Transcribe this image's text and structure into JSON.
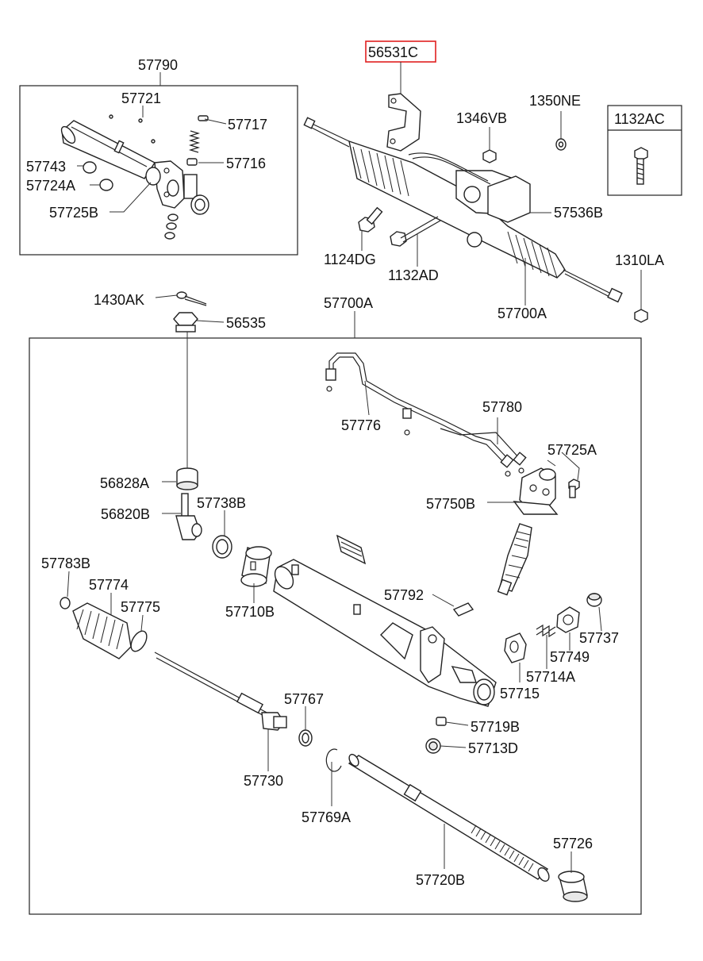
{
  "labels": {
    "p57790": "57790",
    "p57721": "57721",
    "p57717": "57717",
    "p57716": "57716",
    "p57743": "57743",
    "p57724A": "57724A",
    "p57725B": "57725B",
    "p56531C": "56531C",
    "p1346VB": "1346VB",
    "p1350NE": "1350NE",
    "p1132AC": "1132AC",
    "p57536B": "57536B",
    "p1124DG": "1124DG",
    "p1132AD": "1132AD",
    "p1310LA": "1310LA",
    "p57700A_top": "57700A",
    "p1430AK": "1430AK",
    "p56535": "56535",
    "p57700A_box": "57700A",
    "p57776": "57776",
    "p57780": "57780",
    "p57725A": "57725A",
    "p57750B": "57750B",
    "p56828A": "56828A",
    "p56820B": "56820B",
    "p57738B": "57738B",
    "p57783B": "57783B",
    "p57774": "57774",
    "p57775": "57775",
    "p57710B": "57710B",
    "p57792": "57792",
    "p57737": "57737",
    "p57749": "57749",
    "p57714A": "57714A",
    "p57715": "57715",
    "p57767": "57767",
    "p57719B": "57719B",
    "p57713D": "57713D",
    "p57730": "57730",
    "p57769A": "57769A",
    "p57726": "57726",
    "p57720B": "57720B"
  },
  "highlight": {
    "part": "56531C",
    "color": "#e02020"
  }
}
